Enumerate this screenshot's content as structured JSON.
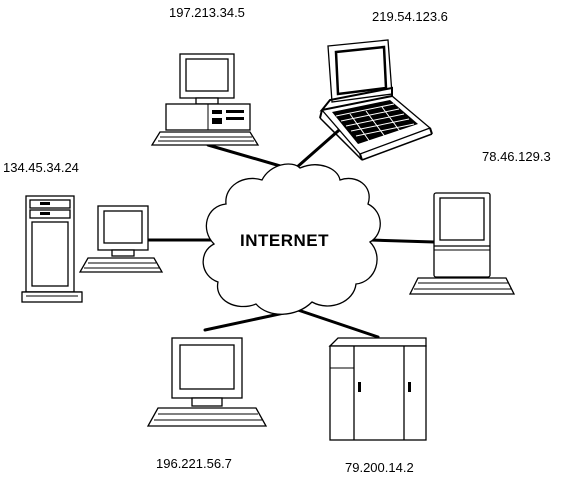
{
  "cloud": {
    "label": "INTERNET"
  },
  "hosts": [
    {
      "id": "desktop-top",
      "ip": "197.213.34.5"
    },
    {
      "id": "laptop",
      "ip": "219.54.123.6"
    },
    {
      "id": "tower-left",
      "ip": "134.45.34.24"
    },
    {
      "id": "mac-right",
      "ip": "78.46.129.3"
    },
    {
      "id": "monitor-bottom",
      "ip": "196.221.56.7"
    },
    {
      "id": "server-bottom",
      "ip": "79.200.14.2"
    }
  ]
}
